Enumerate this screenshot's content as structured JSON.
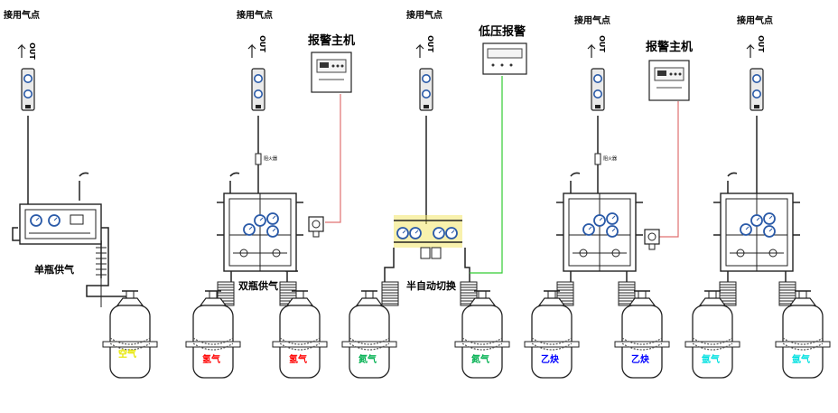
{
  "labels": {
    "use_point": "接用气点",
    "outlet": "OUT",
    "alarm_host": "报警主机",
    "low_pressure_alarm": "低压报警",
    "flame_arrestor": "阻火器"
  },
  "systems": [
    {
      "name": "单瓶供气"
    },
    {
      "name": "双瓶供气"
    },
    {
      "name": "半自动切换"
    }
  ],
  "cylinders": [
    {
      "gas": "空气",
      "color": "#e6e600"
    },
    {
      "gas": "氢气",
      "color": "#ff0000"
    },
    {
      "gas": "氢气",
      "color": "#ff0000"
    },
    {
      "gas": "氮气",
      "color": "#00b050"
    },
    {
      "gas": "氮气",
      "color": "#00b050"
    },
    {
      "gas": "乙炔",
      "color": "#0000ff"
    },
    {
      "gas": "乙炔",
      "color": "#0000ff"
    },
    {
      "gas": "氩气",
      "color": "#00e0e0"
    },
    {
      "gas": "氩气",
      "color": "#00e0e0"
    }
  ],
  "colors": {
    "line": "#222222",
    "alarm_wire": "#e07070",
    "signal_wire": "#33cc33",
    "gauge": "#2a5aa8",
    "highlight": "#f2e66a"
  }
}
